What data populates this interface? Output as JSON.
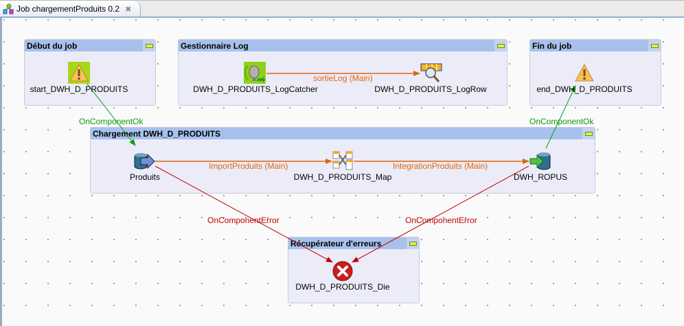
{
  "tab": {
    "title": "Job chargementProduits 0.2",
    "icon": "job-icon",
    "close_icon": "close-icon"
  },
  "subjobs": {
    "debut": {
      "title": "Début du job"
    },
    "log": {
      "title": "Gestionnaire Log"
    },
    "fin": {
      "title": "Fin du job"
    },
    "chargement": {
      "title": "Chargement DWH_D_PRODUITS"
    },
    "erreurs": {
      "title": "Récupérateur d'erreurs"
    }
  },
  "components": {
    "start": {
      "label": "start_DWH_D_PRODUITS",
      "icon": "warning-icon"
    },
    "logcatcher": {
      "label": "DWH_D_PRODUITS_LogCatcher",
      "icon": "logcatcher-icon"
    },
    "logrow": {
      "label": "DWH_D_PRODUITS_LogRow",
      "icon": "logrow-icon"
    },
    "end": {
      "label": "end_DWH_D_PRODUITS",
      "icon": "warning-icon"
    },
    "produits": {
      "label": "Produits",
      "icon": "db-input-icon"
    },
    "map": {
      "label": "DWH_D_PRODUITS_Map",
      "icon": "map-icon"
    },
    "ropus": {
      "label": "DWH_ROPUS",
      "icon": "db-output-icon"
    },
    "die": {
      "label": "DWH_D_PRODUITS_Die",
      "icon": "error-icon"
    }
  },
  "links": {
    "sortieLog": "sortieLog (Main)",
    "importProduits": "ImportProduits (Main)",
    "integrationProduits": "IntegrationProduits (Main)",
    "okStart": "OnComponentOk",
    "okEnd": "OnComponentOk",
    "errProduits": "OnComponentError",
    "errRopus": "OnComponentError"
  },
  "colors": {
    "main_link": "#e0640c",
    "ok_link": "#119911",
    "error_link": "#c00000",
    "subjob_header": "#a7c1ec"
  }
}
